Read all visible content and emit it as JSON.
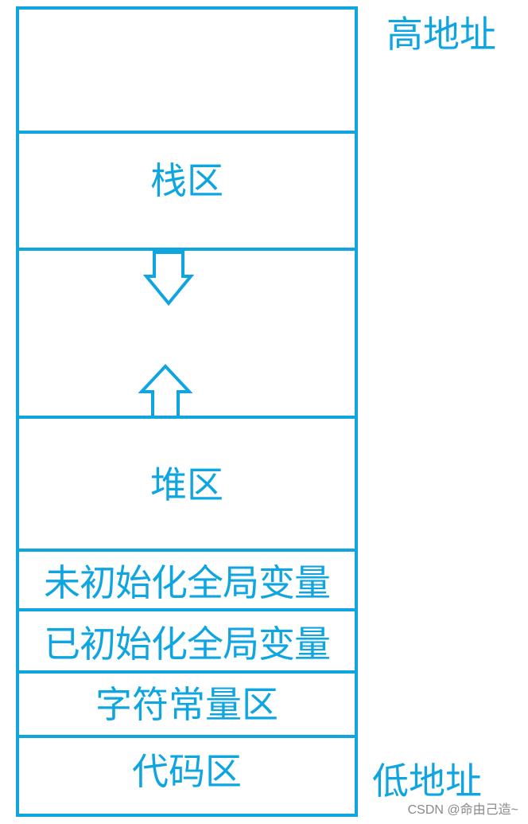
{
  "labels": {
    "high_address": "高地址",
    "low_address": "低地址",
    "stack": "栈区",
    "heap": "堆区",
    "uninit_globals": "未初始化全局变量",
    "init_globals": "已初始化全局变量",
    "string_constants": "字符常量区",
    "code": "代码区"
  },
  "arrows": {
    "stack_growth": "arrow-down-icon",
    "heap_growth": "arrow-up-icon"
  },
  "colors": {
    "accent": "#0ea5e0",
    "background": "#ffffff",
    "watermark": "#8a8a8a"
  },
  "watermark": "CSDN @命由己造~"
}
